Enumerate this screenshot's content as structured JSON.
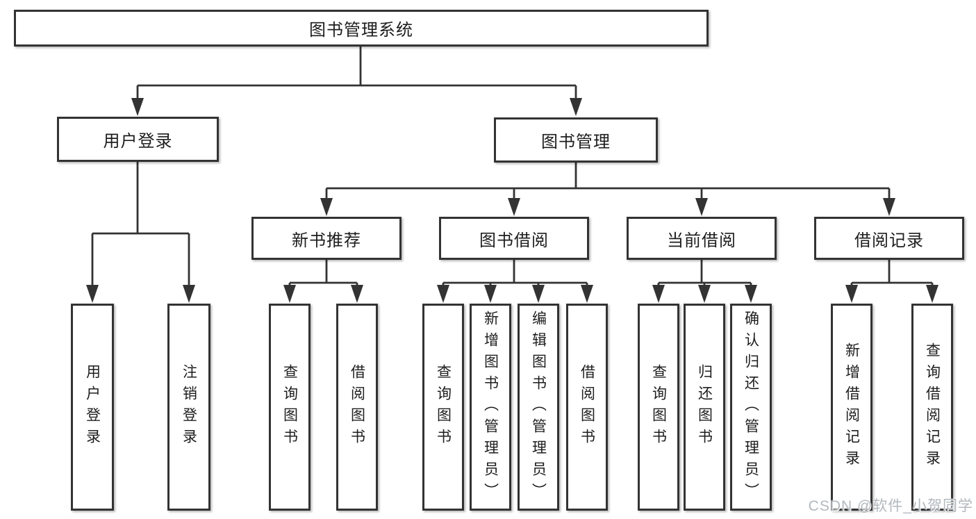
{
  "diagram": {
    "root": "图书管理系统",
    "branches": [
      {
        "label": "用户登录",
        "leaves": [
          "用户登录",
          "注销登录"
        ]
      },
      {
        "label": "图书管理",
        "groups": [
          {
            "label": "新书推荐",
            "leaves": [
              "查询图书",
              "借阅图书"
            ]
          },
          {
            "label": "图书借阅",
            "leaves": [
              "查询图书",
              "新增图书（管理员）",
              "编辑图书（管理员）",
              "借阅图书"
            ]
          },
          {
            "label": "当前借阅",
            "leaves": [
              "查询图书",
              "归还图书",
              "确认归还（管理员）"
            ]
          },
          {
            "label": "借阅记录",
            "leaves": [
              "新增借阅记录",
              "查询借阅记录"
            ]
          }
        ]
      }
    ]
  },
  "watermark": "CSDN @软件_小贺同学",
  "colors": {
    "line": "#333333",
    "box_border": "#333333",
    "text": "#1d1d1d",
    "watermark": "#b2b8bd",
    "background": "#ffffff"
  }
}
